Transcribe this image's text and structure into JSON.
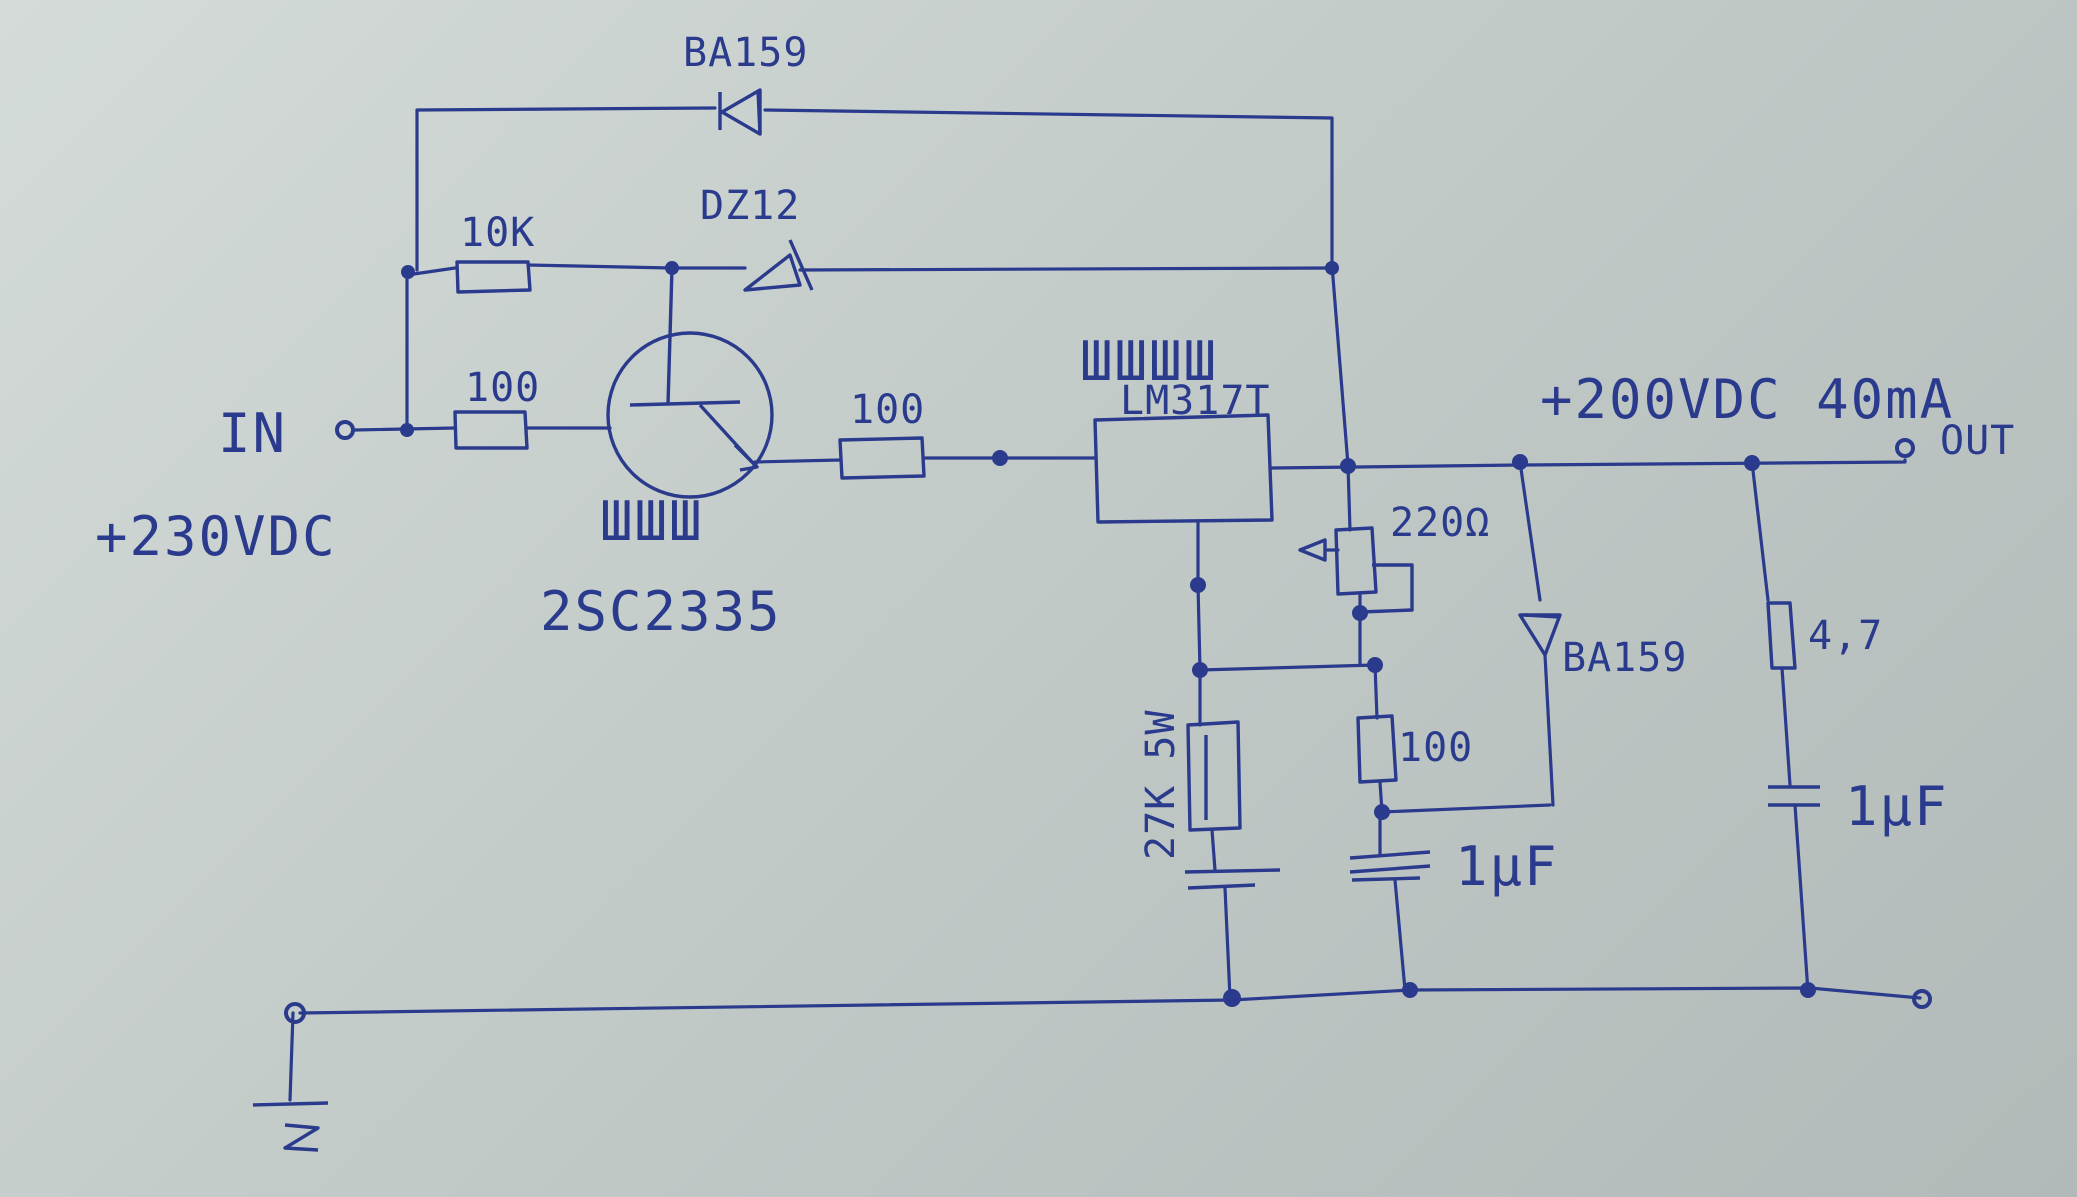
{
  "input": {
    "label_in": "IN",
    "voltage": "+230VDC"
  },
  "output": {
    "voltage_current": "+200VDC 40mA",
    "label_out": "OUT"
  },
  "components": {
    "diode_top": "BA159",
    "resistor_10k": "10K",
    "zener": "DZ12",
    "resistor_in": "100",
    "transistor": "2SC2335",
    "transistor_heatsink": "ШШШ",
    "resistor_mid": "100",
    "regulator": "LM317T",
    "regulator_heatsink": "ШШШШ",
    "trimmer": "220Ω",
    "resistor_27k": "27K 5W",
    "resistor_adj": "100",
    "cap_adj": "1µF",
    "diode_right": "BA159",
    "resistor_out": "4,7",
    "cap_out": "1µF"
  },
  "colors": {
    "ink": "#2a3a8c",
    "paper": "#c9d1cf"
  }
}
